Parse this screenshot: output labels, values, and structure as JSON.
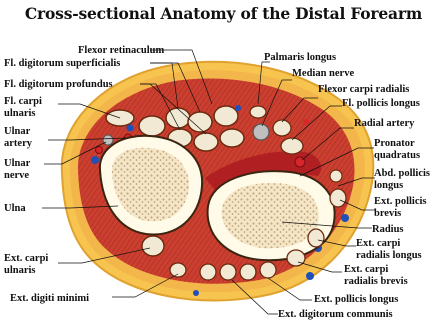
{
  "title": "Cross-sectional Anatomy of the Distal Forearm",
  "labels": {
    "flexor_retinaculum": "Flexor retinaculum",
    "fds": "Fl. digitorum superficialis",
    "fdp": "Fl. digitorum profundus",
    "fcu_1": "Fl. carpi",
    "fcu_2": "ulnaris",
    "ulnar_artery_1": "Ulnar",
    "ulnar_artery_2": "artery",
    "ulnar_nerve_1": "Ulnar",
    "ulnar_nerve_2": "nerve",
    "ulna": "Ulna",
    "ecu_1": "Ext. carpi",
    "ecu_2": "ulnaris",
    "edm": "Ext. digiti minimi",
    "palmaris_longus": "Palmaris longus",
    "median_nerve": "Median nerve",
    "fcr": "Flexor carpi radialis",
    "fpl": "Fl. pollicis longus",
    "radial_artery": "Radial artery",
    "pq_1": "Pronator",
    "pq_2": "quadratus",
    "apl_1": "Abd. pollicis",
    "apl_2": "longus",
    "epb_1": "Ext. pollicis",
    "epb_2": "brevis",
    "radius": "Radius",
    "ecrl_1": "Ext. carpi",
    "ecrl_2": "radialis longus",
    "ecrb_1": "Ext. carpi",
    "ecrb_2": "radialis brevis",
    "epl": "Ext. pollicis longus",
    "edc": "Ext. digitorum communis"
  }
}
